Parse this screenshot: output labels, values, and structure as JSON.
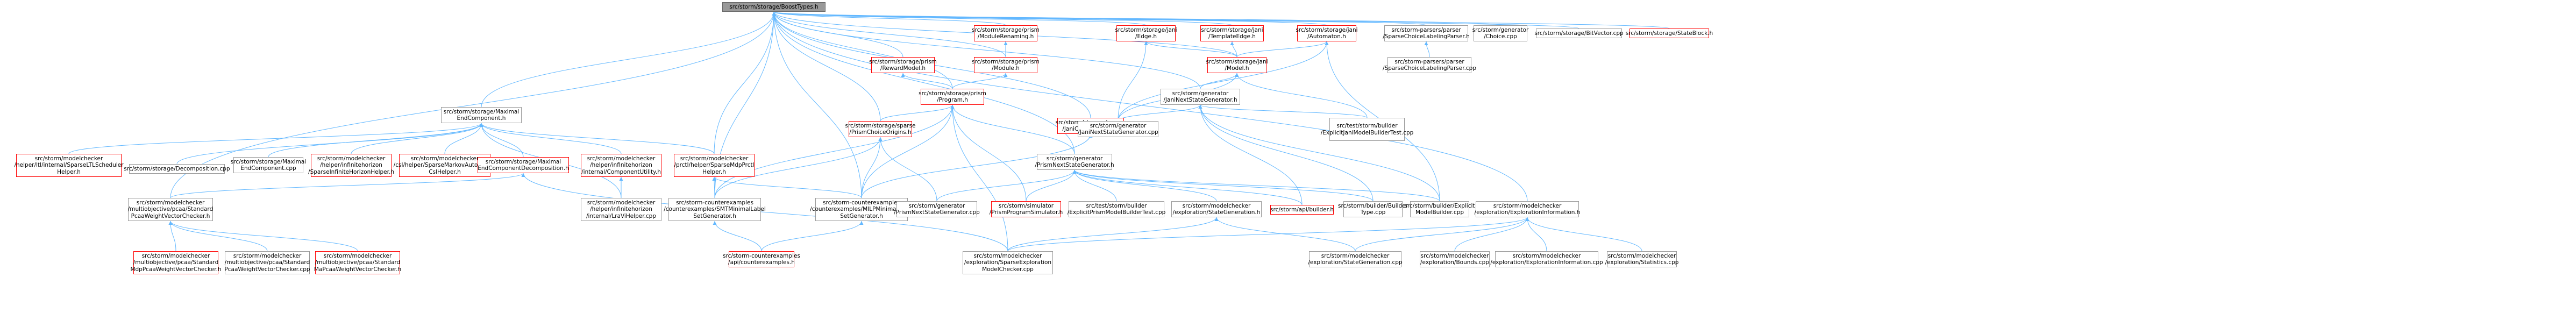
{
  "graph": {
    "edge_color": "#63b8ff",
    "nodes": [
      {
        "id": "root",
        "label": "src/storm/storage/BoostTypes.h",
        "style": "root"
      },
      {
        "id": "maxec",
        "label": "src/storm/storage/Maximal\nEndComponent.h",
        "style": "normal"
      },
      {
        "id": "tvbh",
        "label": "src/storm/modelchecker\n/helper/ltl/internal/SparseLTLScheduler\nHelper.h",
        "style": "red"
      },
      {
        "id": "decomp",
        "label": "src/storm/storage/Decomposition.cpp",
        "style": "normal"
      },
      {
        "id": "maxeccpp",
        "label": "src/storm/storage/Maximal\nEndComponent.cpp",
        "style": "normal"
      },
      {
        "id": "infhorizon",
        "label": "src/storm/modelchecker\n/helper/infinitehorizon\n/SparseInfiniteHorizonHelper.h",
        "style": "red"
      },
      {
        "id": "ctlmarkov",
        "label": "src/storm/modelchecker\n/csl/helper/SparseMarkovAutomaton\nCslHelper.h",
        "style": "red"
      },
      {
        "id": "ecutil",
        "label": "src/storm/modelchecker\n/helper/infinitehorizon\n/internal/ComponentUtility.h",
        "style": "red"
      },
      {
        "id": "mecdecomp",
        "label": "src/storm/storage/Maximal\nEndComponentDecomposition.h",
        "style": "red"
      },
      {
        "id": "prctlmdp",
        "label": "src/storm/modelchecker\n/prctl/helper/SparseMdpPrctl\nHelper.h",
        "style": "red"
      },
      {
        "id": "lra",
        "label": "src/storm/modelchecker\n/helper/infinitehorizon\n/internal/LraViHelper.cpp",
        "style": "normal"
      },
      {
        "id": "pcaa",
        "label": "src/storm/modelchecker\n/multiobjective/pcaa/Standard\nPcaaWeightVectorChecker.h",
        "style": "normal"
      },
      {
        "id": "pcaa_mdp",
        "label": "src/storm/modelchecker\n/multiobjective/pcaa/Standard\nMdpPcaaWeightVectorChecker.h",
        "style": "red"
      },
      {
        "id": "pcaa_cpp",
        "label": "src/storm/modelchecker\n/multiobjective/pcaa/Standard\nPcaaWeightVectorChecker.cpp",
        "style": "normal"
      },
      {
        "id": "pcaa_ma",
        "label": "src/storm/modelchecker\n/multiobjective/pcaa/Standard\nMaPcaaWeightVectorChecker.h",
        "style": "red"
      },
      {
        "id": "smtlabel",
        "label": "src/storm-counterexamples\n/counterexamples/SMTMinimalLabel\nSetGenerator.h",
        "style": "normal"
      },
      {
        "id": "milplabel",
        "label": "src/storm-counterexamples\n/counterexamples/MILPMinimalLabel\nSetGenerator.h",
        "style": "normal"
      },
      {
        "id": "cexapi",
        "label": "src/storm-counterexamples\n/api/counterexamples.h",
        "style": "red"
      },
      {
        "id": "rewmodel",
        "label": "src/storm/storage/prism\n/RewardModel.h",
        "style": "red"
      },
      {
        "id": "modrenaming",
        "label": "src/storm/storage/prism\n/ModuleRenaming.h",
        "style": "red"
      },
      {
        "id": "prismmodule",
        "label": "src/storm/storage/prism\n/Module.h",
        "style": "red"
      },
      {
        "id": "prismprogram",
        "label": "src/storm/storage/prism\n/Program.h",
        "style": "red"
      },
      {
        "id": "prismorigins",
        "label": "src/storm/storage/sparse\n/PrismChoiceOrigins.h",
        "style": "red"
      },
      {
        "id": "janiorigins",
        "label": "src/storm/storage/sparse\n/JaniChoiceOrigins.h",
        "style": "red"
      },
      {
        "id": "prismnsg",
        "label": "src/storm/generator\n/PrismNextStateGenerator.h",
        "style": "normal"
      },
      {
        "id": "prismnsgcpp",
        "label": "src/storm/generator\n/PrismNextStateGenerator.cpp",
        "style": "normal"
      },
      {
        "id": "simulator",
        "label": "src/storm/simulator\n/PrismProgramSimulator.h",
        "style": "red"
      },
      {
        "id": "explprismtest",
        "label": "src/test/storm/builder\n/ExplicitPrismModelBuilderTest.cpp",
        "style": "normal"
      },
      {
        "id": "statgen_h",
        "label": "src/storm/modelchecker\n/exploration/StateGeneration.h",
        "style": "normal"
      },
      {
        "id": "apibuilder",
        "label": "src/storm/api/builder.h",
        "style": "red"
      },
      {
        "id": "buildertype",
        "label": "src/storm/builder/Builder\nType.cpp",
        "style": "normal"
      },
      {
        "id": "explbuilder",
        "label": "src/storm/builder/Explicit\nModelBuilder.cpp",
        "style": "normal"
      },
      {
        "id": "explinfo",
        "label": "src/storm/modelchecker\n/exploration/ExplorationInformation.h",
        "style": "normal"
      },
      {
        "id": "sparseexpl",
        "label": "src/storm/modelchecker\n/exploration/SparseExploration\nModelChecker.cpp",
        "style": "normal"
      },
      {
        "id": "statgen_cpp",
        "label": "src/storm/modelchecker\n/exploration/StateGeneration.cpp",
        "style": "normal"
      },
      {
        "id": "bounds",
        "label": "src/storm/modelchecker\n/exploration/Bounds.cpp",
        "style": "normal"
      },
      {
        "id": "explinfo_cpp",
        "label": "src/storm/modelchecker\n/exploration/ExplorationInformation.cpp",
        "style": "normal"
      },
      {
        "id": "stats",
        "label": "src/storm/modelchecker\n/exploration/Statistics.cpp",
        "style": "normal"
      },
      {
        "id": "janiedge",
        "label": "src/storm/storage/jani\n/Edge.h",
        "style": "red"
      },
      {
        "id": "janitmpl",
        "label": "src/storm/storage/jani\n/TemplateEdge.h",
        "style": "red"
      },
      {
        "id": "janiauto",
        "label": "src/storm/storage/jani\n/Automaton.h",
        "style": "red"
      },
      {
        "id": "janimodel",
        "label": "src/storm/storage/jani\n/Model.h",
        "style": "red"
      },
      {
        "id": "janinsg",
        "label": "src/storm/generator\n/JaniNextStateGenerator.h",
        "style": "normal"
      },
      {
        "id": "janinsgcpp",
        "label": "src/storm/generator\n/JaniNextStateGenerator.cpp",
        "style": "normal"
      },
      {
        "id": "explijanitest",
        "label": "src/test/storm/builder\n/ExplicitJaniModelBuilderTest.cpp",
        "style": "normal"
      },
      {
        "id": "choiceparser_h",
        "label": "src/storm-parsers/parser\n/SparseChoiceLabelingParser.h",
        "style": "normal"
      },
      {
        "id": "choiceparser_cpp",
        "label": "src/storm-parsers/parser\n/SparseChoiceLabelingParser.cpp",
        "style": "normal"
      },
      {
        "id": "choicecpp",
        "label": "src/storm/generator\n/Choice.cpp",
        "style": "normal"
      },
      {
        "id": "bitvector",
        "label": "src/storm/storage/BitVector.cpp",
        "style": "normal"
      },
      {
        "id": "stateblock",
        "label": "src/storm/storage/StateBlock.h",
        "style": "red"
      }
    ],
    "edges": [
      [
        "root",
        "maxec"
      ],
      [
        "root",
        "pcaa"
      ],
      [
        "root",
        "prctlmdp"
      ],
      [
        "root",
        "smtlabel"
      ],
      [
        "root",
        "milplabel"
      ],
      [
        "root",
        "rewmodel"
      ],
      [
        "root",
        "modrenaming"
      ],
      [
        "root",
        "prismmodule"
      ],
      [
        "root",
        "prismprogram"
      ],
      [
        "root",
        "prismorigins"
      ],
      [
        "root",
        "janiorigins"
      ],
      [
        "root",
        "prismnsg"
      ],
      [
        "root",
        "janiedge"
      ],
      [
        "root",
        "janitmpl"
      ],
      [
        "root",
        "janiauto"
      ],
      [
        "root",
        "janimodel"
      ],
      [
        "root",
        "janinsg"
      ],
      [
        "root",
        "explinfo"
      ],
      [
        "root",
        "choiceparser_h"
      ],
      [
        "root",
        "choicecpp"
      ],
      [
        "root",
        "bitvector"
      ],
      [
        "root",
        "stateblock"
      ],
      [
        "maxec",
        "tvbh"
      ],
      [
        "maxec",
        "decomp"
      ],
      [
        "maxec",
        "maxeccpp"
      ],
      [
        "maxec",
        "infhorizon"
      ],
      [
        "maxec",
        "ctlmarkov"
      ],
      [
        "maxec",
        "ecutil"
      ],
      [
        "maxec",
        "mecdecomp"
      ],
      [
        "maxec",
        "prctlmdp"
      ],
      [
        "maxec",
        "lra"
      ],
      [
        "ecutil",
        "lra"
      ],
      [
        "mecdecomp",
        "pcaa"
      ],
      [
        "mecdecomp",
        "sparseexpl"
      ],
      [
        "prctlmdp",
        "smtlabel"
      ],
      [
        "prctlmdp",
        "milplabel"
      ],
      [
        "pcaa",
        "pcaa_mdp"
      ],
      [
        "pcaa",
        "pcaa_cpp"
      ],
      [
        "pcaa",
        "pcaa_ma"
      ],
      [
        "smtlabel",
        "cexapi"
      ],
      [
        "milplabel",
        "cexapi"
      ],
      [
        "rewmodel",
        "prismprogram"
      ],
      [
        "modrenaming",
        "prismmodule"
      ],
      [
        "prismmodule",
        "prismprogram"
      ],
      [
        "prismprogram",
        "smtlabel"
      ],
      [
        "prismprogram",
        "milplabel"
      ],
      [
        "prismprogram",
        "prismorigins"
      ],
      [
        "prismprogram",
        "prismnsg"
      ],
      [
        "prismprogram",
        "simulator"
      ],
      [
        "prismprogram",
        "sparseexpl"
      ],
      [
        "prismorigins",
        "smtlabel"
      ],
      [
        "prismorigins",
        "milplabel"
      ],
      [
        "prismorigins",
        "prismnsgcpp"
      ],
      [
        "janiorigins",
        "milplabel"
      ],
      [
        "janiorigins",
        "janinsgcpp"
      ],
      [
        "prismnsg",
        "prismnsgcpp"
      ],
      [
        "prismnsg",
        "simulator"
      ],
      [
        "prismnsg",
        "explprismtest"
      ],
      [
        "prismnsg",
        "statgen_h"
      ],
      [
        "prismnsg",
        "apibuilder"
      ],
      [
        "prismnsg",
        "buildertype"
      ],
      [
        "prismnsg",
        "explbuilder"
      ],
      [
        "statgen_h",
        "sparseexpl"
      ],
      [
        "statgen_h",
        "statgen_cpp"
      ],
      [
        "explinfo",
        "sparseexpl"
      ],
      [
        "explinfo",
        "statgen_cpp"
      ],
      [
        "explinfo",
        "bounds"
      ],
      [
        "explinfo",
        "explinfo_cpp"
      ],
      [
        "explinfo",
        "stats"
      ],
      [
        "janiedge",
        "janimodel"
      ],
      [
        "janiedge",
        "janinsgcpp"
      ],
      [
        "janitmpl",
        "janimodel"
      ],
      [
        "janiauto",
        "janimodel"
      ],
      [
        "janiauto",
        "janinsgcpp"
      ],
      [
        "janiauto",
        "explbuilder"
      ],
      [
        "janimodel",
        "janinsg"
      ],
      [
        "janimodel",
        "janinsgcpp"
      ],
      [
        "janimodel",
        "explijanitest"
      ],
      [
        "janinsg",
        "janinsgcpp"
      ],
      [
        "janinsg",
        "explijanitest"
      ],
      [
        "janinsg",
        "apibuilder"
      ],
      [
        "janinsg",
        "buildertype"
      ],
      [
        "janinsg",
        "explbuilder"
      ],
      [
        "choiceparser_h",
        "choiceparser_cpp"
      ]
    ]
  }
}
